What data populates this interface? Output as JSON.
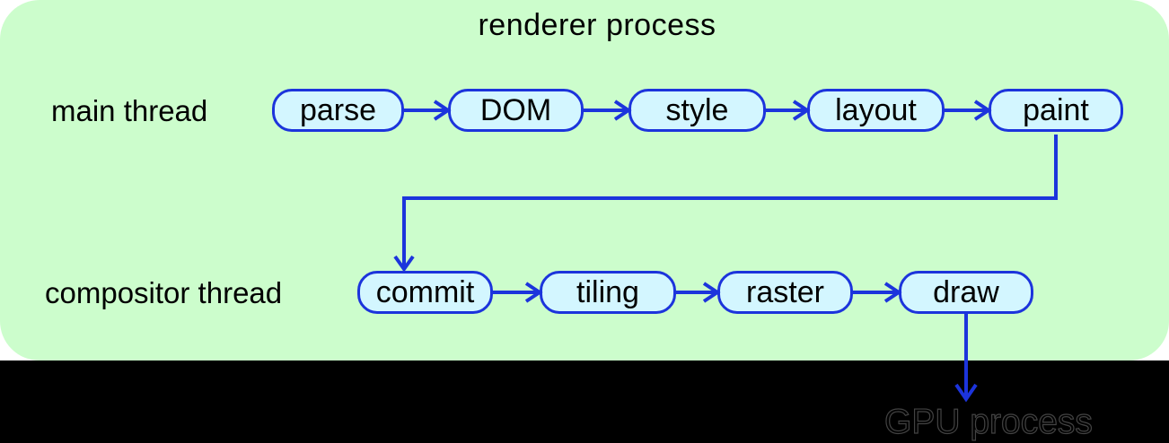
{
  "diagram": {
    "title": "renderer process",
    "rows": [
      {
        "label": "main thread",
        "nodes": [
          "parse",
          "DOM",
          "style",
          "layout",
          "paint"
        ]
      },
      {
        "label": "compositor thread",
        "nodes": [
          "commit",
          "tiling",
          "raster",
          "draw"
        ]
      }
    ],
    "external_label": "GPU process",
    "colors": {
      "background": "#000000",
      "canvas_background": "#ffffff",
      "box_green": "#ccfdcc",
      "node_fill": "#d3f6ff",
      "line_blue": "#1c34dc",
      "text_black": "#000000",
      "gpu_outline": "#424242"
    }
  }
}
